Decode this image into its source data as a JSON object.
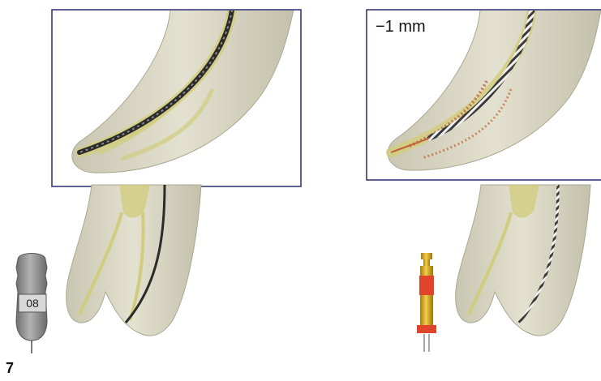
{
  "figure": {
    "label_right_panel": "−1 mm",
    "figure_number": "7",
    "file_handle_size": "08"
  },
  "colors": {
    "tooth": "#d9d7c4",
    "tooth_shadow": "#b9b7a2",
    "canal": "#cfc98a",
    "pulp": "#e2dc98",
    "frame": "#2a2a6e",
    "file_dark": "#2b2b2b",
    "debris": "#c0603a",
    "handle": "#8a8a8a",
    "reciproc_gold": "#d6a820",
    "reciproc_red": "#e0442a"
  },
  "icons": [
    "k-file-handle-icon",
    "reciprocating-file-icon"
  ]
}
